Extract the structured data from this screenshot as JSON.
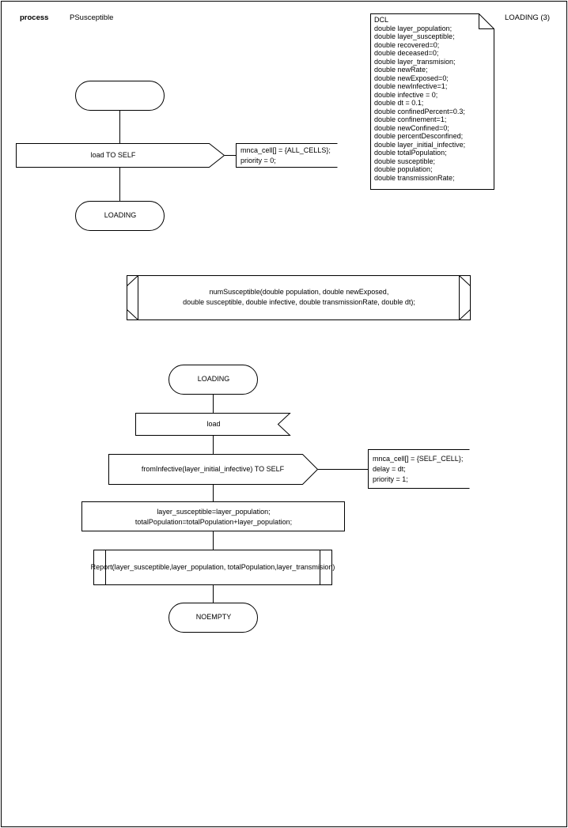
{
  "header": {
    "keyword": "process",
    "name": "PSusceptible",
    "page_label": "LOADING (3)"
  },
  "declarations": [
    "DCL",
    "double layer_population;",
    "double layer_susceptible;",
    "double recovered=0;",
    "double deceased=0;",
    "double layer_transmision;",
    "double newRate;",
    "double newExposed=0;",
    "double newInfective=1;",
    "double infective = 0;",
    "double dt = 0.1;",
    "double confinedPercent=0.3;",
    "double confinement=1;",
    "double newConfined=0;",
    "double percentDesconfined;",
    "double layer_initial_infective;",
    "double totalPopulation;",
    "double susceptible;",
    "double population;",
    "double transmissionRate;"
  ],
  "start_block": {
    "output_label": "load TO SELF",
    "output_comment": [
      "mnca_cell[] = {ALL_CELLS};",
      "priority = 0;"
    ],
    "next_state": "LOADING"
  },
  "procedure": {
    "line1": "numSusceptible(double population, double newExposed,",
    "line2": "double susceptible, double infective, double transmissionRate, double dt);"
  },
  "loading_block": {
    "state": "LOADING",
    "input": "load",
    "output_label": "fromInfective(layer_initial_infective) TO SELF",
    "output_comment": [
      "mnca_cell[] = {SELF_CELL};",
      "delay = dt;",
      "priority = 1;"
    ],
    "task": [
      "layer_susceptible=layer_population;",
      "totalPopulation=totalPopulation+layer_population;"
    ],
    "call": "Report(layer_susceptible,layer_population, totalPopulation,layer_transmision)",
    "next_state": "NOEMPTY"
  }
}
